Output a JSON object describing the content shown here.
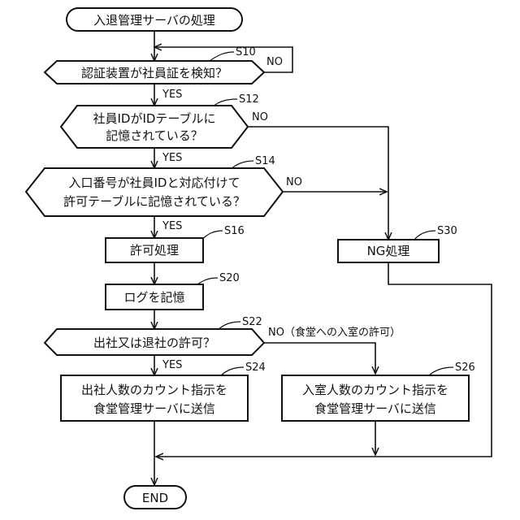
{
  "start": {
    "label": "入退管理サーバの処理"
  },
  "end": {
    "label": "END"
  },
  "steps": {
    "s10": {
      "id": "S10",
      "line1": "認証装置が社員証を検知？"
    },
    "s12": {
      "id": "S12",
      "line1": "社員IDがIDテーブルに",
      "line2": "記憶されている？"
    },
    "s14": {
      "id": "S14",
      "line1": "入口番号が社員IDと対応付けて",
      "line2": "許可テーブルに記憶されている？"
    },
    "s16": {
      "id": "S16",
      "line1": "許可処理"
    },
    "s20": {
      "id": "S20",
      "line1": "ログを記憶"
    },
    "s22": {
      "id": "S22",
      "line1": "出社又は退社の許可？"
    },
    "s24": {
      "id": "S24",
      "line1": "出社人数のカウント指示を",
      "line2": "食堂管理サーバに送信"
    },
    "s26": {
      "id": "S26",
      "line1": "入室人数のカウント指示を",
      "line2": "食堂管理サーバに送信"
    },
    "s30": {
      "id": "S30",
      "line1": "NG処理"
    }
  },
  "branch_labels": {
    "s10_no": "NO",
    "s10_yes": "YES",
    "s12_no": "NO",
    "s12_yes": "YES",
    "s14_no": "NO",
    "s14_yes": "YES",
    "s22_yes": "YES",
    "s22_no": "NO（食堂への入室の許可）"
  }
}
